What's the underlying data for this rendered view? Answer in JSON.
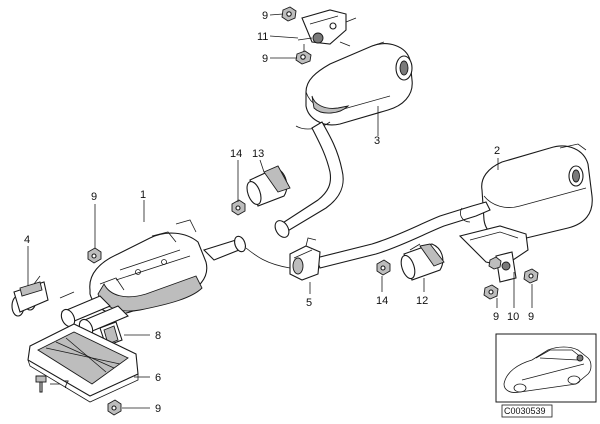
{
  "labels": {
    "p1": "1",
    "p2": "2",
    "p3": "3",
    "p4": "4",
    "p5": "5",
    "p6_tray": "6",
    "p7_bolt": "7",
    "p8_mount": "8",
    "p9_clamp": "9",
    "p9_top": "9",
    "p9_topnut": "9",
    "p9_right_a": "9",
    "p9_right_b": "9",
    "p9_bottom": "9",
    "p10": "10",
    "p11": "11",
    "p12": "12",
    "p13": "13",
    "p14_left": "14",
    "p14_right": "14"
  },
  "reference_code": "C0030539"
}
